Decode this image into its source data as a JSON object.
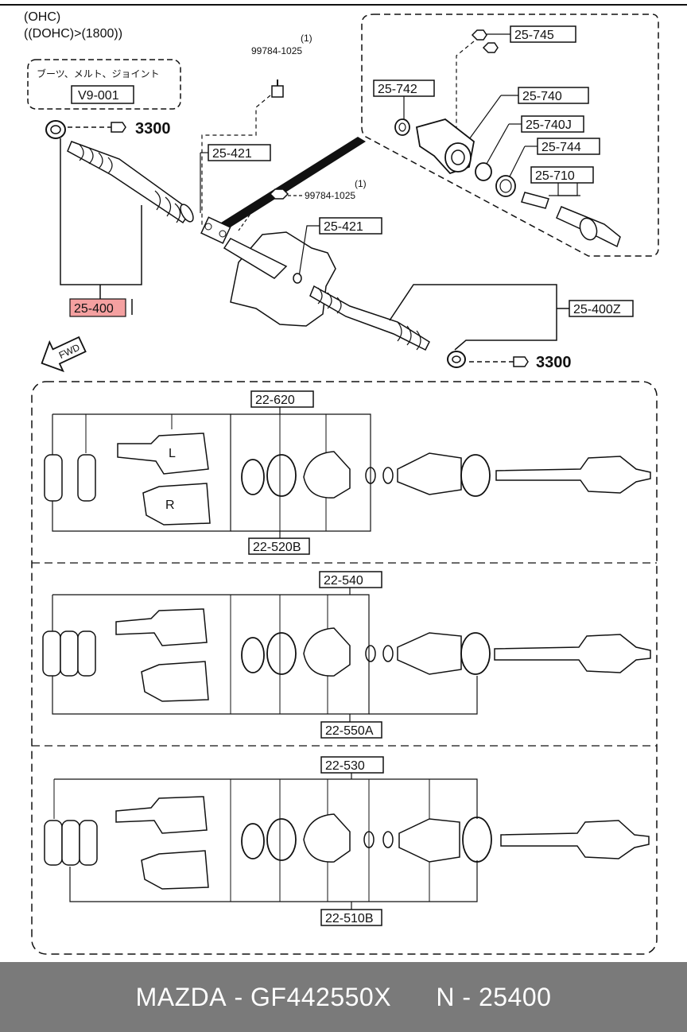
{
  "header": {
    "line1": "(OHC)",
    "line2": "((DOHC)>(1800))"
  },
  "boot_note": {
    "text": "ブーツ、メルト、ジョイント",
    "ref": "V9-001"
  },
  "callouts": {
    "p25_400": "25-400",
    "p25_400Z": "25-400Z",
    "p25_421a": "25-421",
    "p25_421b": "25-421",
    "p25_745": "25-745",
    "p25_742": "25-742",
    "p25_740": "25-740",
    "p25_740J": "25-740J",
    "p25_744": "25-744",
    "p25_710": "25-710",
    "bolt_a_qty": "(1)",
    "bolt_a_num": "99784-1025",
    "bolt_b_qty": "(1)",
    "bolt_b_num": "99784-1025",
    "grease_a": "3300",
    "grease_b": "3300",
    "fwd": "FWD"
  },
  "sections": {
    "s1_top": "22-620",
    "s1_bottom": "22-520B",
    "s2_top": "22-540",
    "s2_bottom": "22-550A",
    "s3_top": "22-530",
    "s3_bottom": "22-510B",
    "joint_left": "L",
    "joint_right": "R"
  },
  "footer": {
    "brand": "MAZDA",
    "separator": "-",
    "part_number": "GF442550X",
    "n_label": "N",
    "n_value": "25400"
  },
  "colors": {
    "footer_bg": "#7a7a7a",
    "highlight": "#f4a0a0",
    "line": "#111111"
  }
}
